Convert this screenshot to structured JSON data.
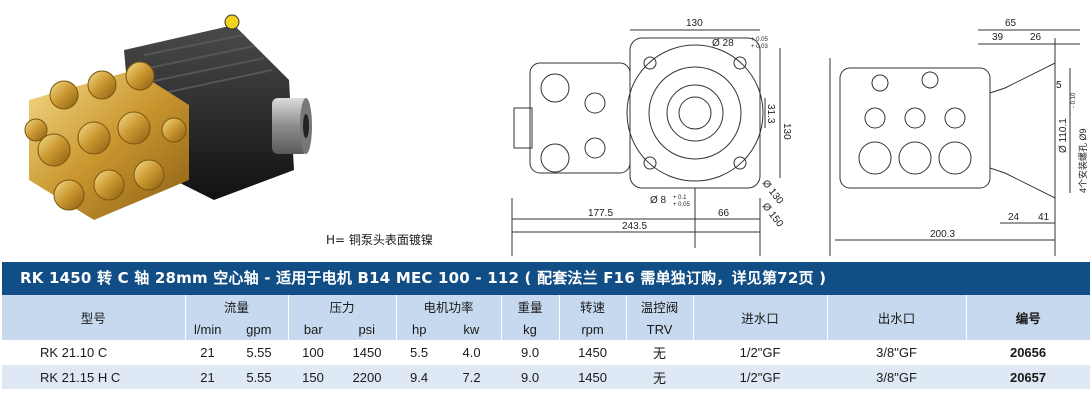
{
  "note": "H= 铜泵头表面镀镍",
  "drawing": {
    "front": {
      "w130": "130",
      "shaft": "Ø 28",
      "shaft_tol_up": "+ 0.05",
      "shaft_tol_dn": "+ 0.03",
      "d313": "31.3",
      "h130": "130",
      "d130": "Ø 130",
      "d150": "Ø 150",
      "hole": "Ø 8",
      "hole_tol_up": "+ 0.1",
      "hole_tol_dn": "+ 0.05",
      "d1775": "177.5",
      "d66": "66",
      "d2435": "243.5"
    },
    "side": {
      "d65": "65",
      "d39": "39",
      "d26": "26",
      "d5": "5",
      "flange": "Ø 110.1",
      "flange_tol_up": "0",
      "flange_tol_dn": "- 0.1",
      "holes": "4个安装螺孔 Ø9",
      "d2003": "200.3",
      "d24": "24",
      "d41": "41"
    }
  },
  "title": "RK 1450 转 C 轴 28mm 空心轴 - 适用于电机 B14 MEC 100 - 112 ( 配套法兰 F16 需单独订购，详见第72页 )",
  "table": {
    "headers": {
      "model": "型号",
      "flow": "流量",
      "pressure": "压力",
      "power": "电机功率",
      "weight": "重量",
      "speed": "转速",
      "trv": "温控阀",
      "inlet": "进水口",
      "outlet": "出水口",
      "code": "编号"
    },
    "units": [
      "l/min",
      "gpm",
      "bar",
      "psi",
      "hp",
      "kw",
      "kg",
      "rpm",
      "TRV"
    ],
    "rows": [
      [
        "RK 21.10 C",
        "21",
        "5.55",
        "100",
        "1450",
        "5.5",
        "4.0",
        "9.0",
        "1450",
        "无",
        "1/2\"GF",
        "3/8\"GF",
        "20656"
      ],
      [
        "RK 21.15 H C",
        "21",
        "5.55",
        "150",
        "2200",
        "9.4",
        "7.2",
        "9.0",
        "1450",
        "无",
        "1/2\"GF",
        "3/8\"GF",
        "20657"
      ]
    ]
  },
  "colors": {
    "title_bg": "#124e86",
    "header_bg": "#c6d9ee",
    "row_alt": "#dfe9f5"
  }
}
